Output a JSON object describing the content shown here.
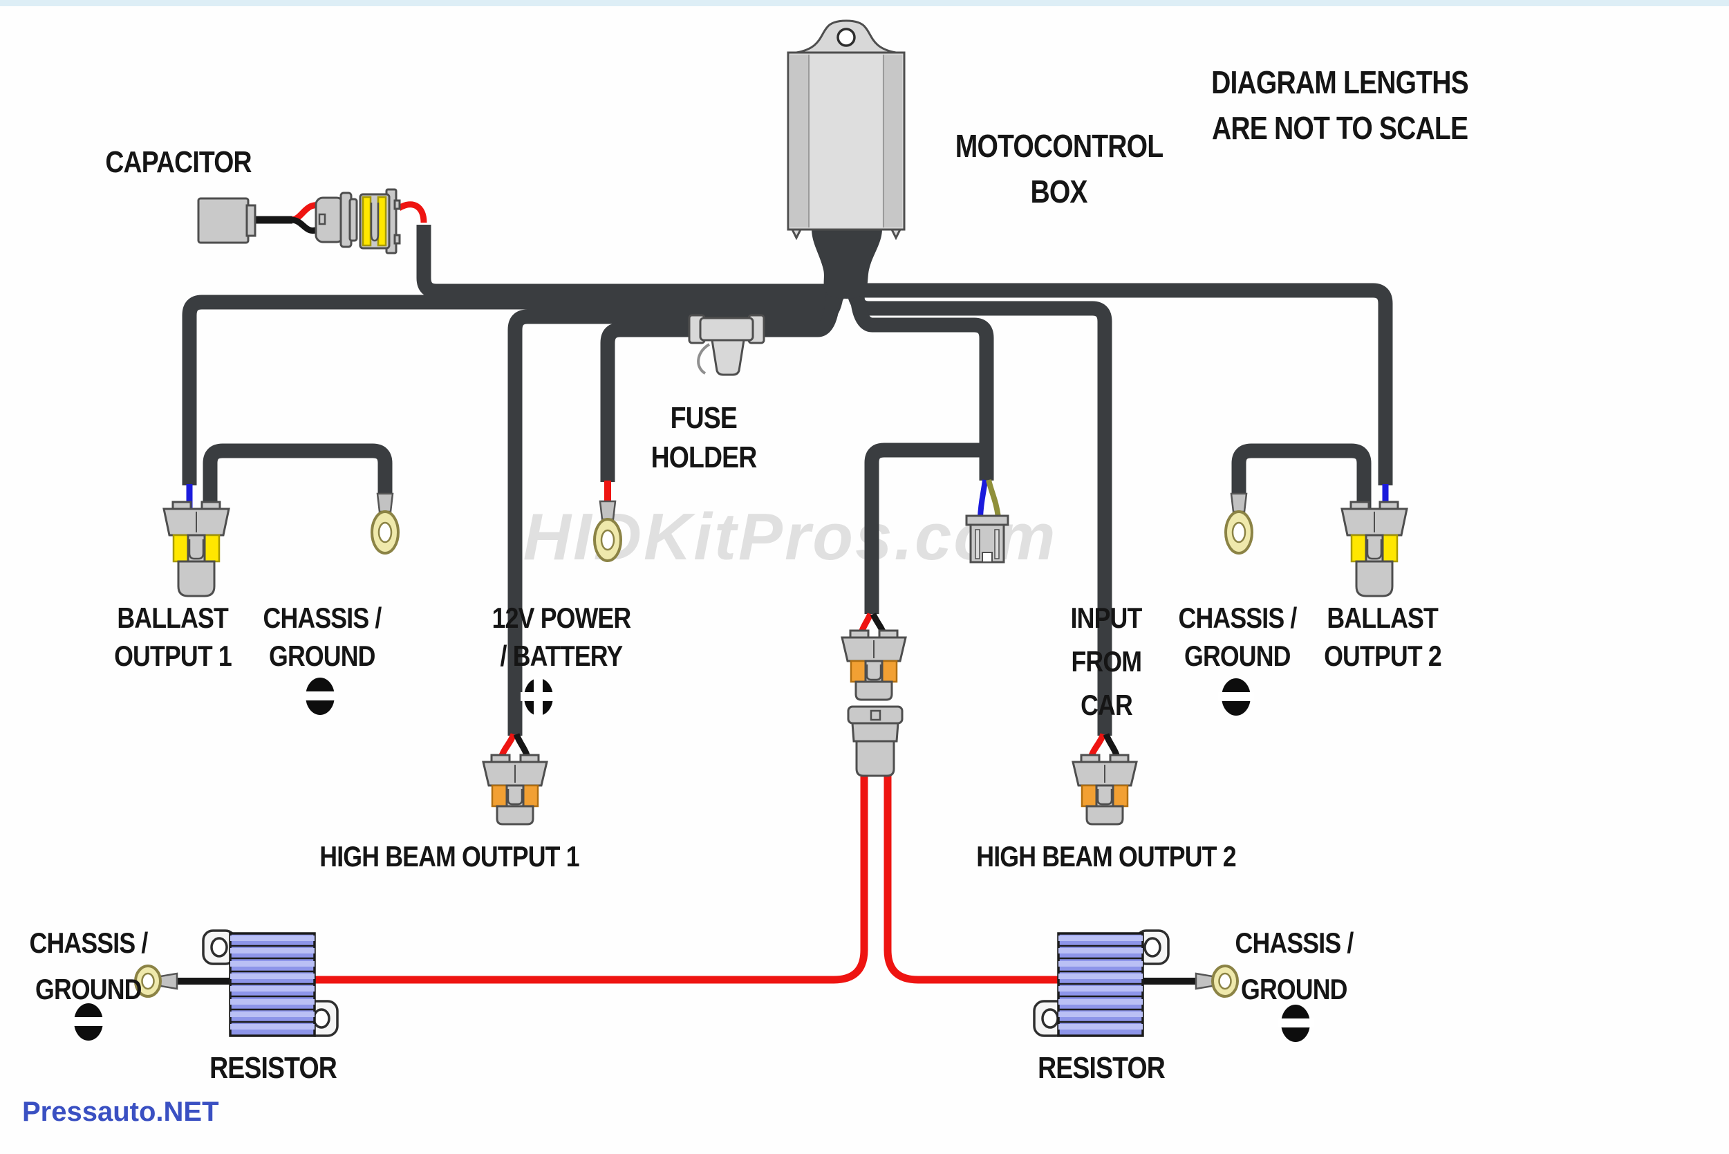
{
  "title": {
    "line1": "DIAGRAM LENGTHS",
    "line2": "ARE NOT TO SCALE"
  },
  "labels": {
    "capacitor": "CAPACITOR",
    "motocontrol1": "MOTOCONTROL",
    "motocontrol2": "BOX",
    "fuse1": "FUSE",
    "fuse2": "HOLDER",
    "ballast": "BALLAST",
    "output1": "OUTPUT 1",
    "output2": "OUTPUT 2",
    "chassis1": "CHASSIS /",
    "chassis2": "GROUND",
    "battery1": "12V POWER",
    "battery2": "/ BATTERY",
    "input1": "INPUT",
    "input2": "FROM",
    "input3": "CAR",
    "highbeam1": "HIGH BEAM OUTPUT 1",
    "highbeam2": "HIGH BEAM OUTPUT 2",
    "resistor": "RESISTOR"
  },
  "watermarks": {
    "center": "HIDKitPros.com",
    "bottom_left": "Pressauto.NET"
  },
  "colors": {
    "page": "#fefefe",
    "topbar": "#ddeef6",
    "text": "#151515",
    "wire": "#3a3d40",
    "black-wire": "#161616",
    "red": "#ee1411",
    "blue": "#1b1bdc",
    "olive": "#8f8f3a",
    "yellow": "#ffe700",
    "orange": "#f2a033",
    "conn": "#c9c9c9",
    "cstroke": "#4e4e4e",
    "metal": "#d8d8d8",
    "ring": "#efe9ac",
    "ringstroke": "#8b8345",
    "resistor": "#8d95e9",
    "resistorhi": "#bac0f5",
    "bracket": "#f5f5f5",
    "watermark": "#d9d9d9",
    "pressauto": "#3a50c2"
  }
}
